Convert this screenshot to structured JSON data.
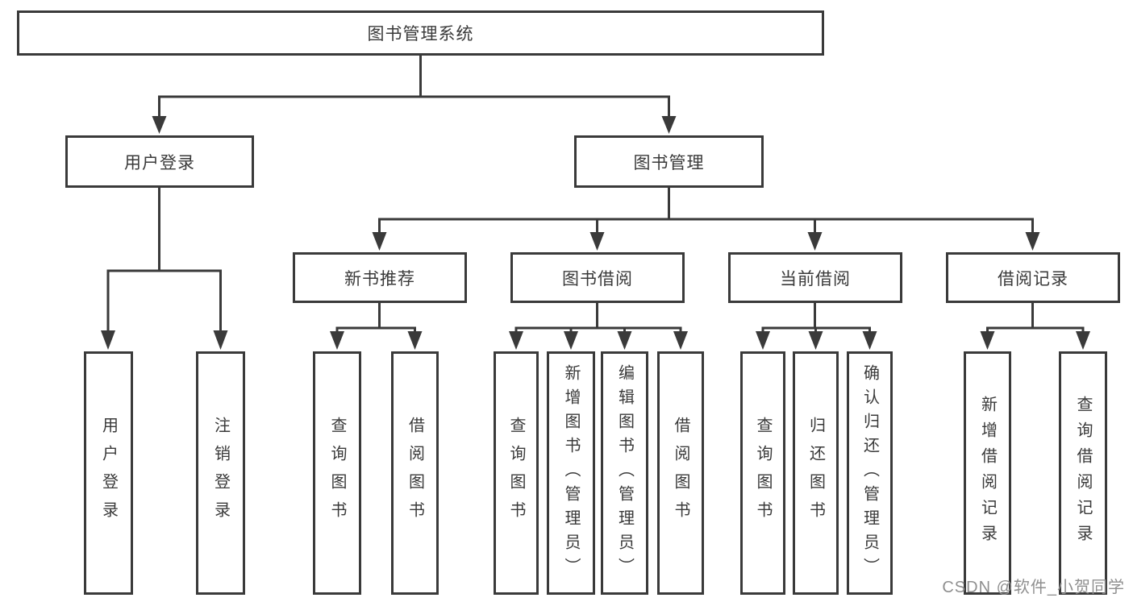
{
  "colors": {
    "line": "#3a3a3a",
    "box_border": "#3a3a3a",
    "text": "#3a3a3a",
    "background": "#ffffff",
    "watermark": "#8f8f8f"
  },
  "nodes": {
    "root": "图书管理系统",
    "user_login": "用户登录",
    "book_mgmt": "图书管理",
    "new_books": "新书推荐",
    "book_borrow": "图书借阅",
    "current_borrow": "当前借阅",
    "borrow_records": "借阅记录",
    "ul_login": "用户登录",
    "ul_logout": "注销登录",
    "nb_query": "查询图书",
    "nb_borrow": "借阅图书",
    "bb_query": "查询图书",
    "bb_add": "新增图书（管理员）",
    "bb_edit": "编辑图书（管理员）",
    "bb_borrow": "借阅图书",
    "cb_query": "查询图书",
    "cb_return": "归还图书",
    "cb_confirm": "确认归还（管理员）",
    "br_add": "新增借阅记录",
    "br_query": "查询借阅记录"
  },
  "watermark": {
    "text": "CSDN @软件_小贺同学"
  }
}
